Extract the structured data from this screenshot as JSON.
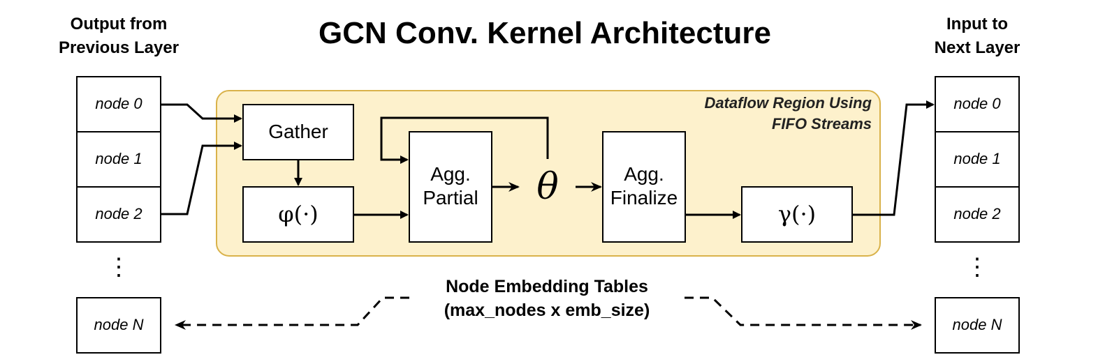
{
  "title": "GCN Conv. Kernel Architecture",
  "left_label": {
    "line1": "Output from",
    "line2": "Previous Layer"
  },
  "right_label": {
    "line1": "Input to",
    "line2": "Next Layer"
  },
  "left_table": {
    "nodes": [
      "node 0",
      "node 1",
      "node 2"
    ],
    "ellipsis": "⋮",
    "last": "node N"
  },
  "right_table": {
    "nodes": [
      "node 0",
      "node 1",
      "node 2"
    ],
    "ellipsis": "⋮",
    "last": "node N"
  },
  "region": {
    "line1": "Dataflow Region Using",
    "line2": "FIFO Streams",
    "fill": "#fdf1cc",
    "stroke": "#d9b24a"
  },
  "blocks": {
    "gather": "Gather",
    "phi": "φ(·)",
    "agg_partial": {
      "line1": "Agg.",
      "line2": "Partial"
    },
    "theta": "θ",
    "agg_finalize": {
      "line1": "Agg.",
      "line2": "Finalize"
    },
    "gamma": "γ(·)"
  },
  "embedding": {
    "line1": "Node Embedding Tables",
    "line2": "(max_nodes x emb_size)"
  }
}
